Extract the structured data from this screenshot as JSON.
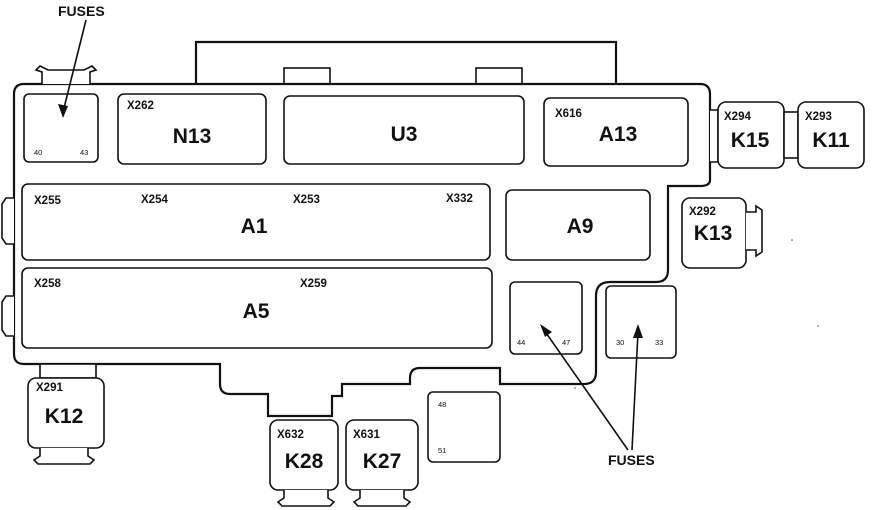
{
  "callouts": {
    "fuses_top": "FUSES",
    "fuses_bottom": "FUSES"
  },
  "fuse_blocks": {
    "left_top": {
      "start": "40",
      "end": "43"
    },
    "middle_a": {
      "start": "44",
      "end": "47"
    },
    "middle_b": {
      "start": "30",
      "end": "33"
    },
    "bottom": {
      "start": "48",
      "end": "51"
    }
  },
  "modules": {
    "n13": {
      "connector": "X262",
      "name": "N13"
    },
    "u3": {
      "name": "U3"
    },
    "a13": {
      "connector": "X616",
      "name": "A13"
    },
    "a1": {
      "connectors": [
        "X255",
        "X254",
        "X253",
        "X332"
      ],
      "name": "A1"
    },
    "a9": {
      "name": "A9"
    },
    "a5": {
      "connectors": [
        "X258",
        "X259"
      ],
      "name": "A5"
    }
  },
  "relays": {
    "k15": {
      "connector": "X294",
      "name": "K15"
    },
    "k11": {
      "connector": "X293",
      "name": "K11"
    },
    "k13": {
      "connector": "X292",
      "name": "K13"
    },
    "k12": {
      "connector": "X291",
      "name": "K12"
    },
    "k28": {
      "connector": "X632",
      "name": "K28"
    },
    "k27": {
      "connector": "X631",
      "name": "K27"
    }
  }
}
